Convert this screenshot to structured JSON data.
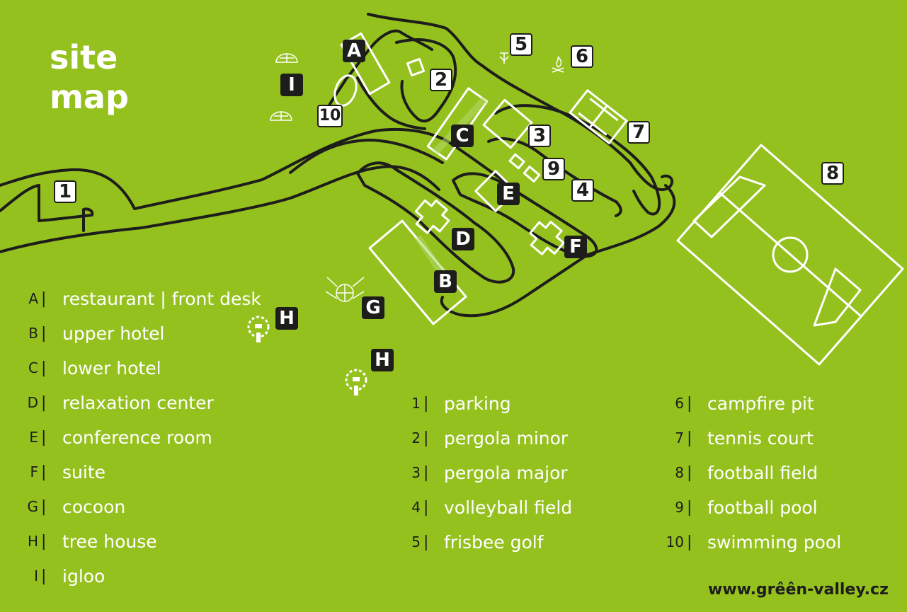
{
  "title": {
    "line1": "site",
    "line2": "map"
  },
  "map_keys": {
    "A": "A",
    "B": "B",
    "C": "C",
    "D": "D",
    "E": "E",
    "F": "F",
    "G": "G",
    "H1": "H",
    "H2": "H",
    "I": "I",
    "n1": "1",
    "n2": "2",
    "n3": "3",
    "n4": "4",
    "n5": "5",
    "n6": "6",
    "n7": "7",
    "n8": "8",
    "n9": "9",
    "n10": "10"
  },
  "legend": {
    "letters": [
      {
        "key": "A",
        "label": "restaurant | front desk"
      },
      {
        "key": "B",
        "label": "upper hotel"
      },
      {
        "key": "C",
        "label": "lower hotel"
      },
      {
        "key": "D",
        "label": "relaxation center"
      },
      {
        "key": "E",
        "label": "conference room"
      },
      {
        "key": "F",
        "label": "suite"
      },
      {
        "key": "G",
        "label": "cocoon"
      },
      {
        "key": "H",
        "label": "tree house"
      },
      {
        "key": "I",
        "label": "igloo"
      }
    ],
    "numbers_a": [
      {
        "key": "1",
        "label": "parking"
      },
      {
        "key": "2",
        "label": "pergola minor"
      },
      {
        "key": "3",
        "label": "pergola major"
      },
      {
        "key": "4",
        "label": "volleyball field"
      },
      {
        "key": "5",
        "label": "frisbee golf"
      }
    ],
    "numbers_b": [
      {
        "key": "6",
        "label": "campfire pit"
      },
      {
        "key": "7",
        "label": "tennis court"
      },
      {
        "key": "8",
        "label": "football field"
      },
      {
        "key": "9",
        "label": "football pool"
      },
      {
        "key": "10",
        "label": "swimming pool"
      }
    ]
  },
  "website": "www.grêên-valley.cz",
  "icons": [
    "igloo-icon",
    "cocoon-icon",
    "tree-house-icon",
    "frisbee-golf-icon",
    "campfire-icon"
  ],
  "colors": {
    "background": "#95c11f",
    "road": "#1d1d1b",
    "building": "#ffffff",
    "legend_text": "#ffffff",
    "legend_key": "#1d1d1b"
  }
}
